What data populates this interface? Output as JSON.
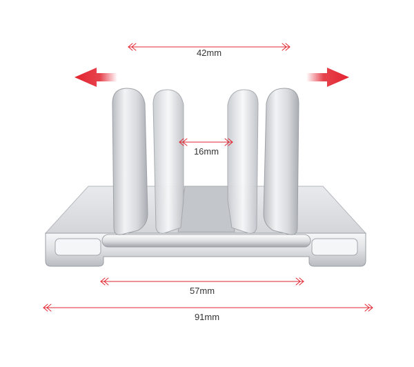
{
  "dimensions": {
    "top_gap": "42mm",
    "slot_width": "16mm",
    "inner_base": "57mm",
    "total_width": "91mm"
  },
  "colors": {
    "accent": "#e2232f",
    "metal_light": "#f4f5f7",
    "metal_mid": "#cfd2d7",
    "metal_dark": "#8e9298",
    "label": "#333333"
  },
  "icons": {
    "left_arrow": "arrow-left-icon",
    "right_arrow": "arrow-right-icon"
  }
}
